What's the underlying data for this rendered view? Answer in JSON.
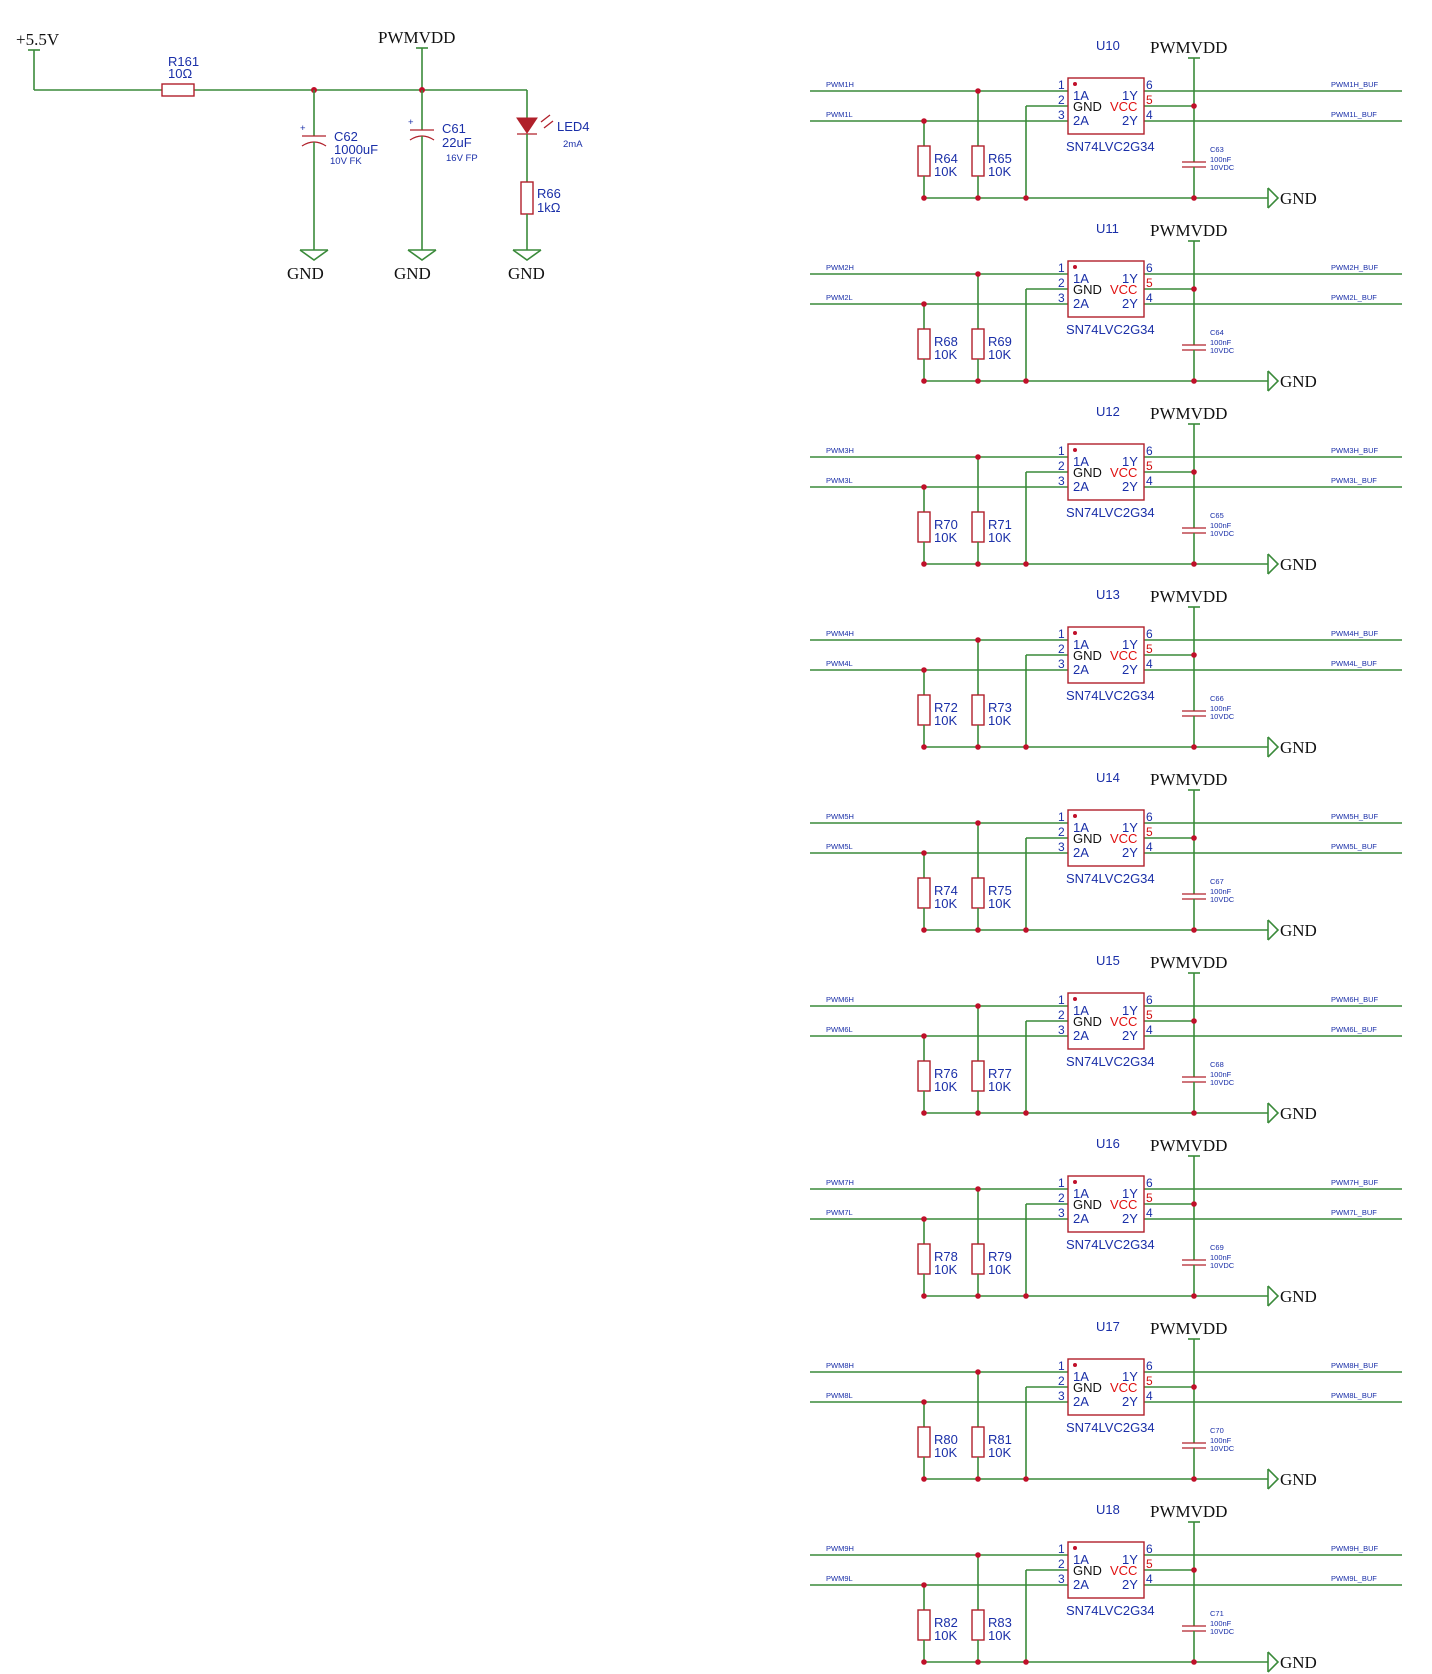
{
  "power_section": {
    "supply_label": "+5.5V",
    "rail_label": "PWMVDD",
    "r161": {
      "ref": "R161",
      "value": "10Ω"
    },
    "c62": {
      "ref": "C62",
      "value": "1000uF",
      "rating": "10V FK"
    },
    "c61": {
      "ref": "C61",
      "value": "22uF",
      "rating": "16V FP"
    },
    "led4": {
      "ref": "LED4",
      "current": "2mA"
    },
    "r66": {
      "ref": "R66",
      "value": "1kΩ"
    },
    "gnd_label": "GND"
  },
  "buffer_common": {
    "part_number": "SN74LVC2G34",
    "rail_label": "PWMVDD",
    "gnd_label": "GND",
    "pin_numbers": [
      "1",
      "2",
      "3",
      "4",
      "5",
      "6"
    ],
    "pin_names": {
      "a1": "1A",
      "gnd": "GND",
      "vcc": "VCC",
      "a2": "2A",
      "y1": "1Y",
      "y2": "2Y"
    },
    "cap_value": "100nF",
    "cap_rating": "10VDC",
    "res_value": "10K"
  },
  "buffers": [
    {
      "ref": "U10",
      "in_h": "PWM1H",
      "in_l": "PWM1L",
      "out_h": "PWM1H_BUF",
      "out_l": "PWM1L_BUF",
      "r_low": "R64",
      "r_high": "R65",
      "cap": "C63"
    },
    {
      "ref": "U11",
      "in_h": "PWM2H",
      "in_l": "PWM2L",
      "out_h": "PWM2H_BUF",
      "out_l": "PWM2L_BUF",
      "r_low": "R68",
      "r_high": "R69",
      "cap": "C64"
    },
    {
      "ref": "U12",
      "in_h": "PWM3H",
      "in_l": "PWM3L",
      "out_h": "PWM3H_BUF",
      "out_l": "PWM3L_BUF",
      "r_low": "R70",
      "r_high": "R71",
      "cap": "C65"
    },
    {
      "ref": "U13",
      "in_h": "PWM4H",
      "in_l": "PWM4L",
      "out_h": "PWM4H_BUF",
      "out_l": "PWM4L_BUF",
      "r_low": "R72",
      "r_high": "R73",
      "cap": "C66"
    },
    {
      "ref": "U14",
      "in_h": "PWM5H",
      "in_l": "PWM5L",
      "out_h": "PWM5H_BUF",
      "out_l": "PWM5L_BUF",
      "r_low": "R74",
      "r_high": "R75",
      "cap": "C67"
    },
    {
      "ref": "U15",
      "in_h": "PWM6H",
      "in_l": "PWM6L",
      "out_h": "PWM6H_BUF",
      "out_l": "PWM6L_BUF",
      "r_low": "R76",
      "r_high": "R77",
      "cap": "C68"
    },
    {
      "ref": "U16",
      "in_h": "PWM7H",
      "in_l": "PWM7L",
      "out_h": "PWM7H_BUF",
      "out_l": "PWM7L_BUF",
      "r_low": "R78",
      "r_high": "R79",
      "cap": "C69"
    },
    {
      "ref": "U17",
      "in_h": "PWM8H",
      "in_l": "PWM8L",
      "out_h": "PWM8H_BUF",
      "out_l": "PWM8L_BUF",
      "r_low": "R80",
      "r_high": "R81",
      "cap": "C70"
    },
    {
      "ref": "U18",
      "in_h": "PWM9H",
      "in_l": "PWM9L",
      "out_h": "PWM9H_BUF",
      "out_l": "PWM9L_BUF",
      "r_low": "R82",
      "r_high": "R83",
      "cap": "C71"
    }
  ]
}
